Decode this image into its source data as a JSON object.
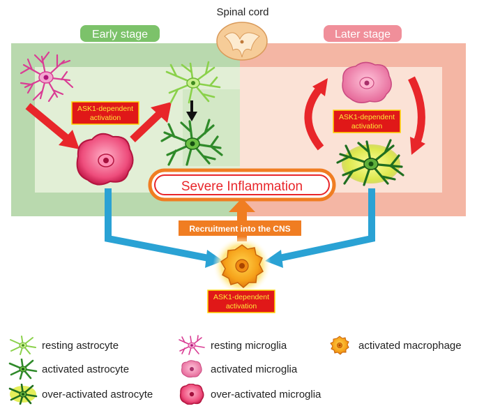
{
  "spinal_cord_label": "Spinal cord",
  "early_stage_label": "Early stage",
  "later_stage_label": "Later stage",
  "severe_inflammation_label": "Severe Inflammation",
  "recruitment_label": "Recruitment into the CNS",
  "ask1_box_lines": [
    "ASK1-dependent",
    "activation"
  ],
  "legend": {
    "resting_astrocyte": "resting astrocyte",
    "activated_astrocyte": "activated astrocyte",
    "over_activated_astrocyte": "over-activated astrocyte",
    "resting_microglia": "resting microglia",
    "activated_microglia": "activated microglia",
    "over_activated_microglia": "over-activated microglia",
    "activated_macrophage": "activated macrophage"
  },
  "colors": {
    "early_panel": "#b9d9ae",
    "early_inner": "#e2efd6",
    "later_panel": "#f4b6a4",
    "later_inner": "#fbe2d6",
    "early_tag": "#7cc26a",
    "later_tag": "#f08f9a",
    "red_arrow": "#e8262a",
    "blue_arrow": "#2aa2d4",
    "orange_arrow": "#f07d22",
    "ask1_box_fill": "#e01818",
    "ask1_box_text": "#ffe838"
  }
}
